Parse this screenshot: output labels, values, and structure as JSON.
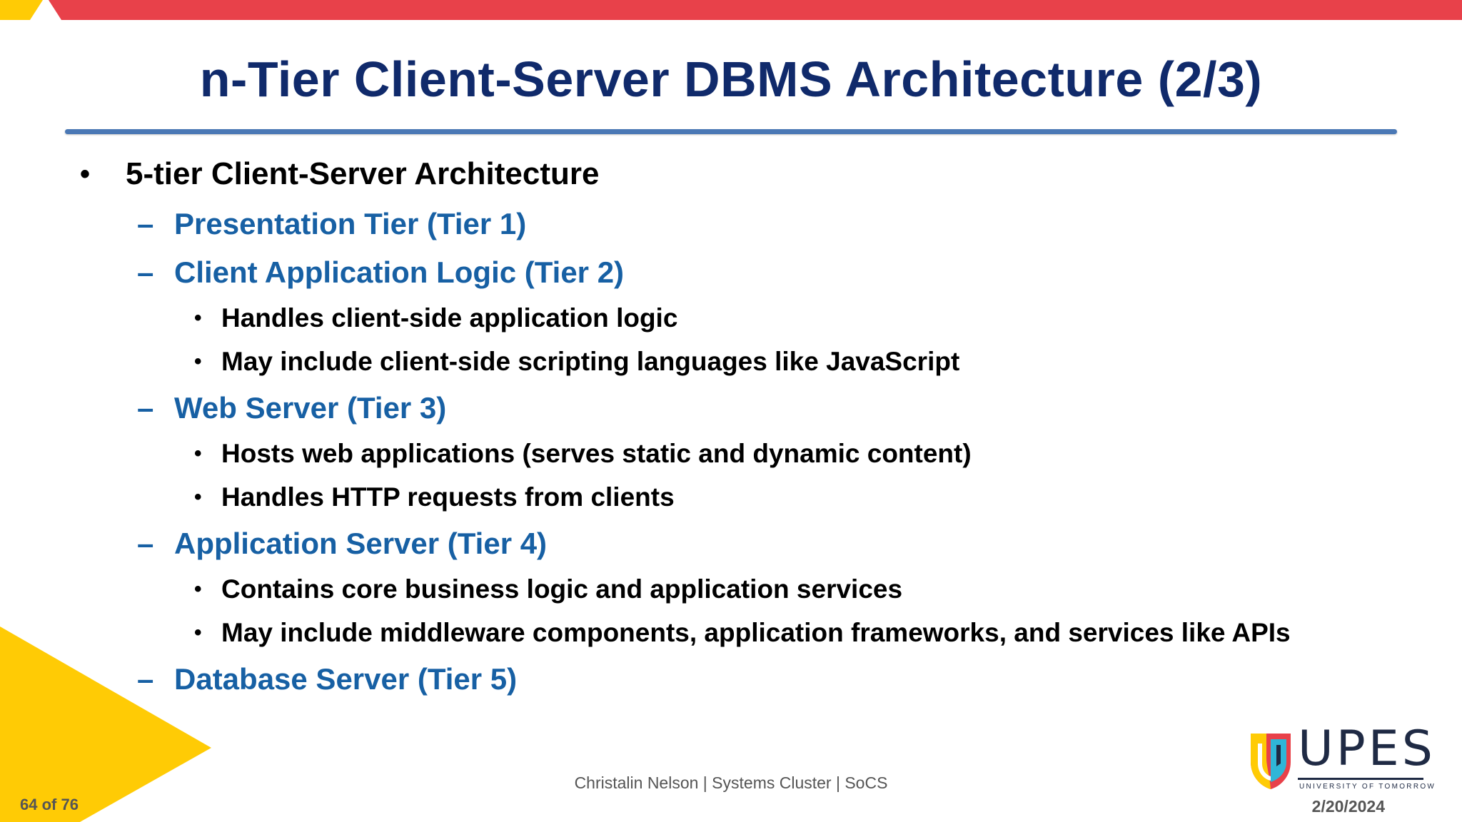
{
  "slide": {
    "title": "n-Tier Client-Server DBMS Architecture (2/3)",
    "bullets": [
      {
        "level": 1,
        "marker": "•",
        "text": "5-tier Client-Server Architecture"
      },
      {
        "level": 2,
        "marker": "–",
        "text": "Presentation Tier (Tier 1)"
      },
      {
        "level": 2,
        "marker": "–",
        "text": "Client Application Logic (Tier 2)"
      },
      {
        "level": 3,
        "marker": "•",
        "text": "Handles client-side application logic"
      },
      {
        "level": 3,
        "marker": "•",
        "text": "May include client-side scripting languages like JavaScript"
      },
      {
        "level": 2,
        "marker": "–",
        "text": "Web Server (Tier 3)"
      },
      {
        "level": 3,
        "marker": "•",
        "text": "Hosts web applications (serves static and dynamic content)"
      },
      {
        "level": 3,
        "marker": "•",
        "text": "Handles HTTP requests from clients"
      },
      {
        "level": 2,
        "marker": "–",
        "text": "Application Server (Tier 4)"
      },
      {
        "level": 3,
        "marker": "•",
        "text": "Contains core business logic and application services"
      },
      {
        "level": 3,
        "marker": "•",
        "text": "May include middleware components, application frameworks, and services like APIs"
      },
      {
        "level": 2,
        "marker": "–",
        "text": "Database Server (Tier 5)"
      }
    ]
  },
  "footer": {
    "author": "Christalin Nelson | Systems Cluster | SoCS",
    "page": "64 of 76",
    "date": "2/20/2024"
  },
  "logo": {
    "name": "UPES",
    "tagline": "UNIVERSITY OF TOMORROW"
  },
  "colors": {
    "title": "#102a6b",
    "level2_text": "#1760a4",
    "accent_red": "#e8414a",
    "accent_yellow": "#ffcb05",
    "rule": "#4a78b5"
  }
}
